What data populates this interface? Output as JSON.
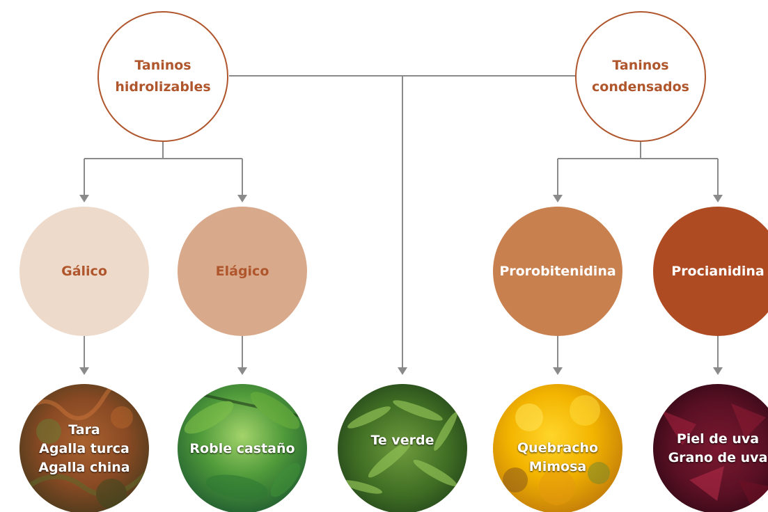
{
  "colors": {
    "line": "#8a8a8a",
    "root_border": "#b0562d",
    "root_text": "#b0562d",
    "galico": "#eddacb",
    "elagico": "#d8a98a",
    "prorobitenidina": "#c9804f",
    "procianidina": "#ae4b22",
    "class_text_dark": "#b0562d",
    "class_text_light": "#ffffff"
  },
  "roots": {
    "hidrolizables": [
      "Taninos",
      "hidrolizables"
    ],
    "condensados": [
      "Taninos",
      "condensados"
    ]
  },
  "classes": {
    "galico": "Gálico",
    "elagico": "Elágico",
    "prorobitenidina": "Prorobitenidina",
    "procianidina": "Procianidina"
  },
  "sources": {
    "tara": [
      "Tara",
      "Agalla turca",
      "Agalla china"
    ],
    "roble": [
      "Roble castaño"
    ],
    "te": [
      "Te verde"
    ],
    "quebracho": [
      "Quebracho",
      "Mimosa"
    ],
    "uva": [
      "Piel de uva",
      "Grano de uva"
    ]
  },
  "photos": {
    "tara": "red-autumn-shrub-photo",
    "roble": "green-chestnut-leaves-photo",
    "te": "green-tea-leaves-photo",
    "quebracho": "yellow-mimosa-flowers-photo",
    "uva": "grape-skins-photo"
  }
}
